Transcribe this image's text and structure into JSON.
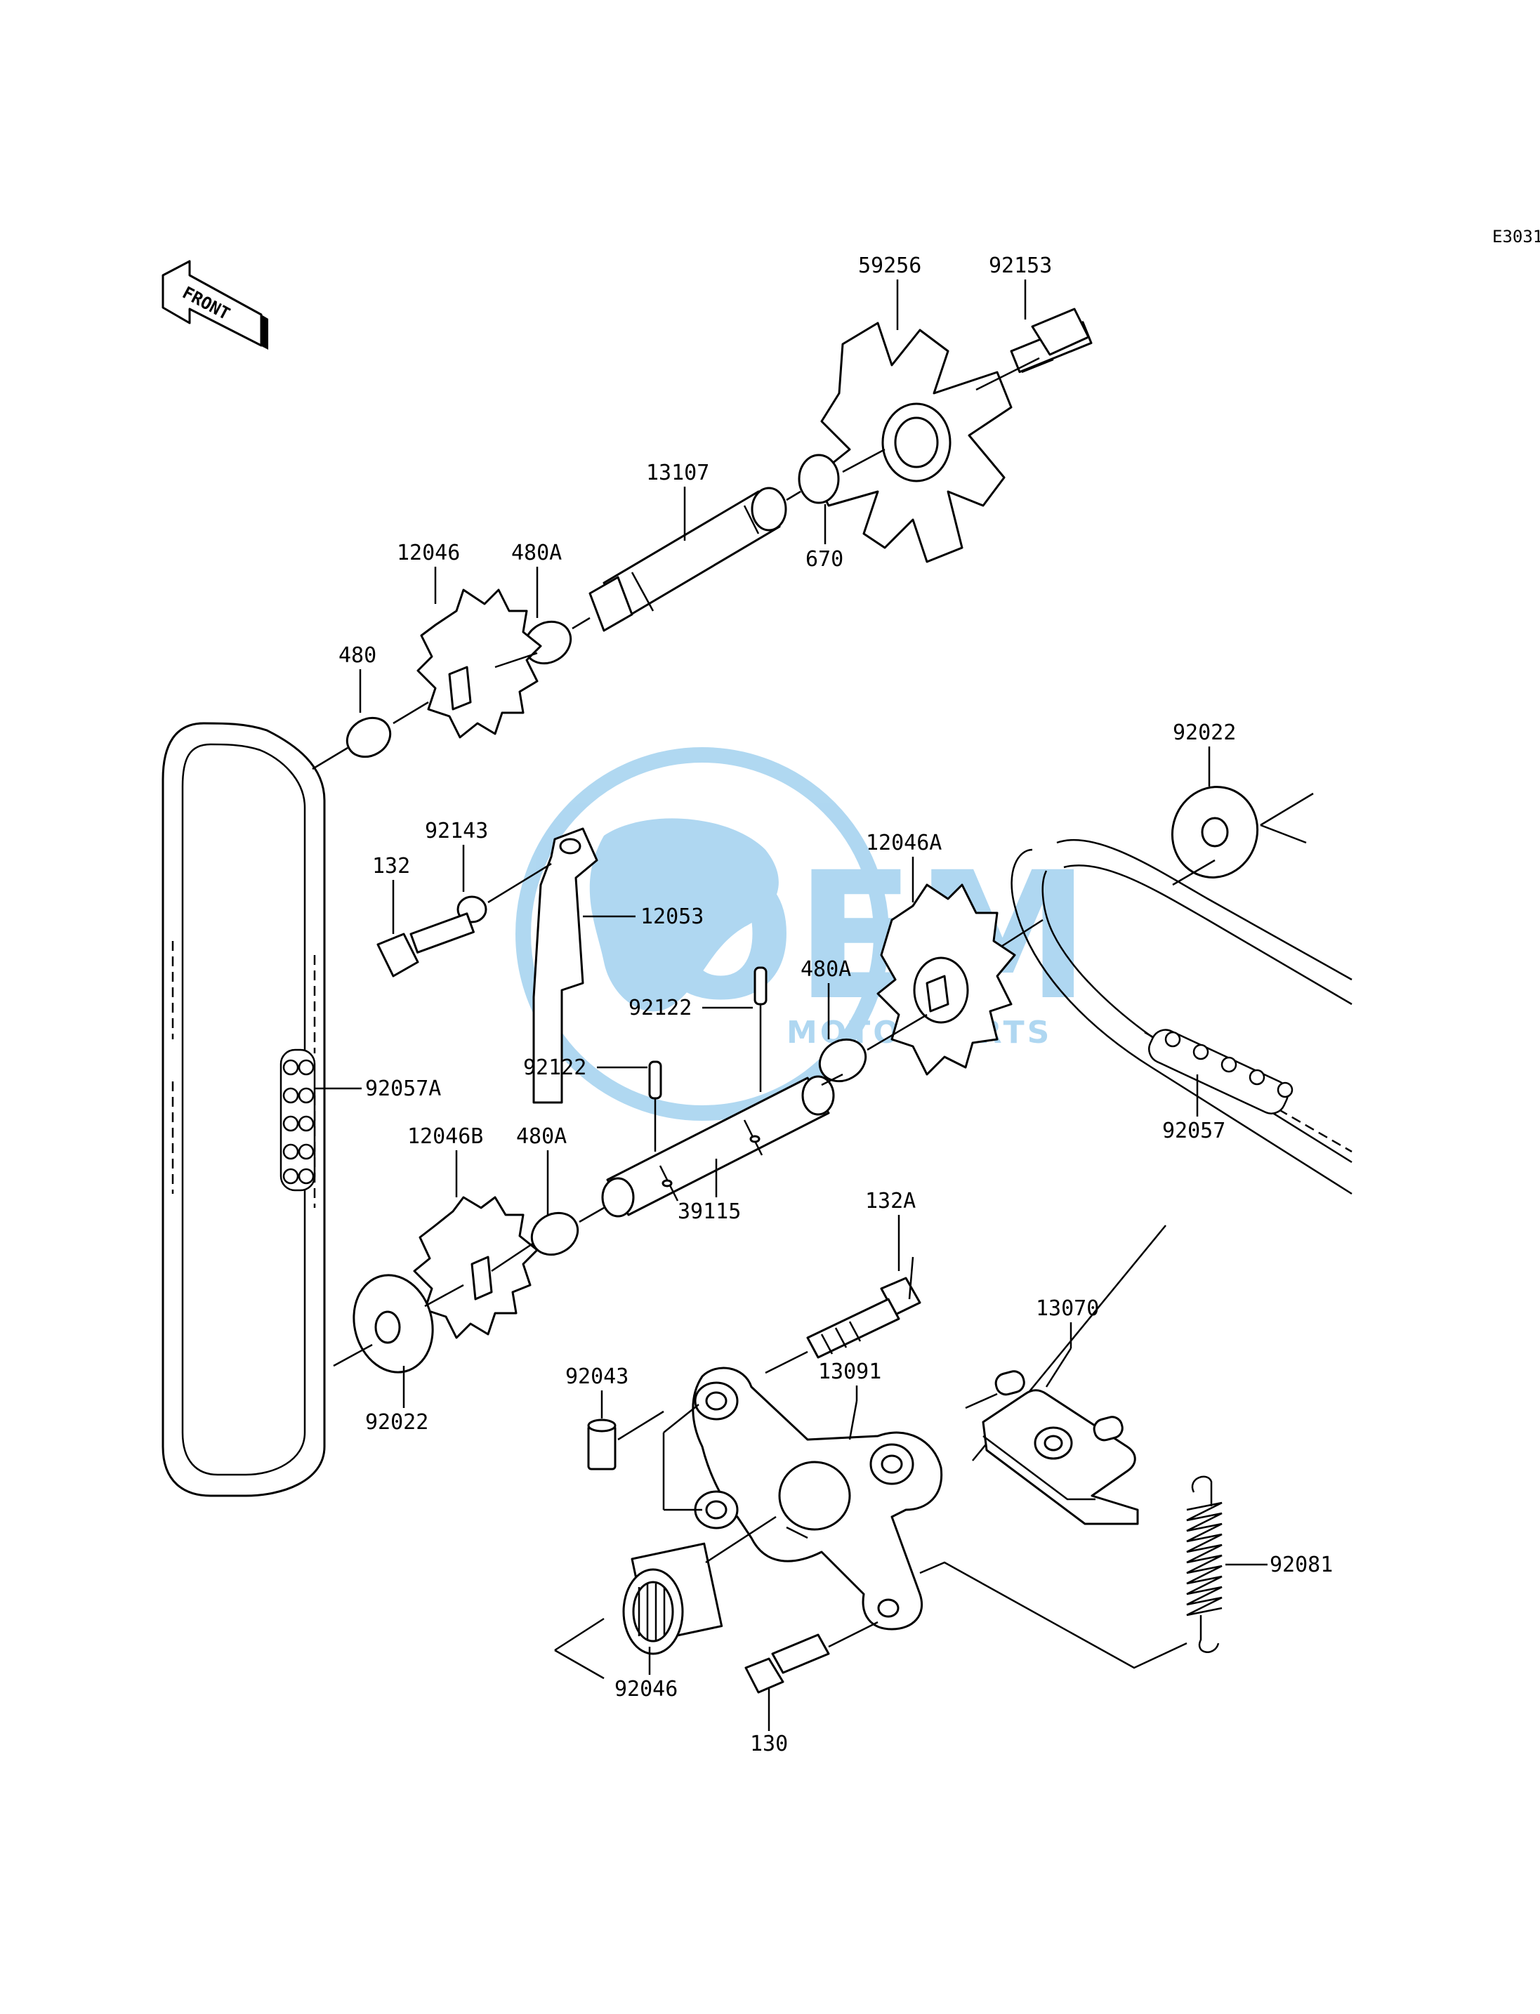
{
  "diagram_code": "E3031",
  "front_arrow_label": "FRONT",
  "watermark": {
    "brand": "OEM",
    "sub": "MOTORPARTS",
    "color": "#1e90d8"
  },
  "callouts": [
    {
      "id": "59256",
      "text": "59256"
    },
    {
      "id": "92153",
      "text": "92153"
    },
    {
      "id": "13107",
      "text": "13107"
    },
    {
      "id": "670",
      "text": "670"
    },
    {
      "id": "12046",
      "text": "12046"
    },
    {
      "id": "480A_top",
      "text": "480A"
    },
    {
      "id": "480",
      "text": "480"
    },
    {
      "id": "92022_right",
      "text": "92022"
    },
    {
      "id": "92143",
      "text": "92143"
    },
    {
      "id": "132",
      "text": "132"
    },
    {
      "id": "12053",
      "text": "12053"
    },
    {
      "id": "12046A",
      "text": "12046A"
    },
    {
      "id": "480A_mid",
      "text": "480A"
    },
    {
      "id": "92122_upper",
      "text": "92122"
    },
    {
      "id": "92122_lower",
      "text": "92122"
    },
    {
      "id": "92057A",
      "text": "92057A"
    },
    {
      "id": "92057",
      "text": "92057"
    },
    {
      "id": "12046B",
      "text": "12046B"
    },
    {
      "id": "480A_low",
      "text": "480A"
    },
    {
      "id": "39115",
      "text": "39115"
    },
    {
      "id": "132A",
      "text": "132A"
    },
    {
      "id": "13070",
      "text": "13070"
    },
    {
      "id": "92043",
      "text": "92043"
    },
    {
      "id": "13091",
      "text": "13091"
    },
    {
      "id": "92022_left",
      "text": "92022"
    },
    {
      "id": "92081",
      "text": "92081"
    },
    {
      "id": "92046",
      "text": "92046"
    },
    {
      "id": "130",
      "text": "130"
    }
  ]
}
